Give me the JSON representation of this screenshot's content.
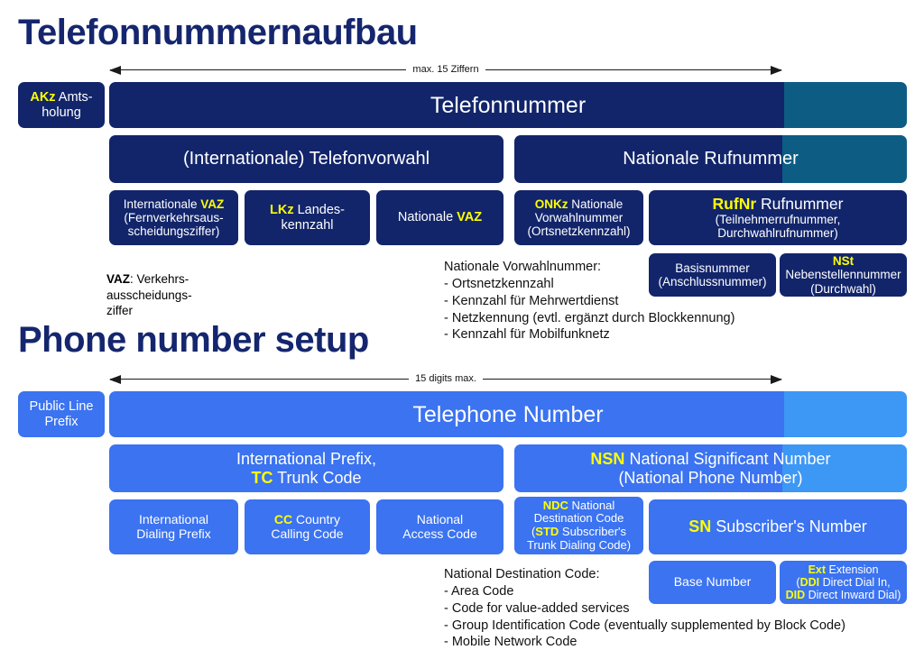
{
  "colors": {
    "navy": "#12256b",
    "teal": "#0d5c84",
    "blue": "#3b73f0",
    "light_blue": "#3d97f5",
    "highlight": "#ffff00",
    "title": "#15266e"
  },
  "german": {
    "title": "Telefonnummernaufbau",
    "scale_label": "max. 15 Ziffern",
    "prefix_box": {
      "abbr": "AKz",
      "rest": " Amts-\nholung"
    },
    "level1": {
      "label": "Telefonnummer"
    },
    "level2": [
      {
        "label": "(Internationale) Telefonvorwahl"
      },
      {
        "label": "Nationale Rufnummer"
      }
    ],
    "level3": [
      {
        "line1_pre": "Internationale ",
        "line1_hl": "VAZ",
        "rest": "(Fernverkehrsaus-\nscheidungsziffer)"
      },
      {
        "line1_hl": "LKz",
        "line1_post": " Landes-",
        "rest": "kennzahl"
      },
      {
        "line1_pre": "Nationale ",
        "line1_hl": "VAZ",
        "rest": ""
      },
      {
        "line1_hl": "ONKz",
        "line1_post": " Nationale",
        "rest": "Vorwahlnummer\n(Ortsnetzkennzahl)"
      },
      {
        "line1_hl": "RufNr",
        "line1_post": " Rufnummer",
        "rest": "(Teilnehmerrufnummer,\nDurchwahlrufnummer)"
      }
    ],
    "level4": [
      {
        "label": "Basisnummer\n(Anschlussnummer)"
      },
      {
        "line1_hl": "NSt",
        "rest": "Nebenstellennummer\n(Durchwahl)"
      }
    ],
    "note_left": {
      "abbr": "VAZ",
      "text": ": Verkehrs-\n         ausscheidungs-\n         ziffer"
    },
    "note_center": "Nationale Vorwahlnummer:\n- Ortsnetzkennzahl\n- Kennzahl für Mehrwertdienst\n- Netzkennung (evtl. ergänzt durch Blockkennung)\n- Kennzahl für Mobilfunknetz"
  },
  "english": {
    "title": "Phone number setup",
    "scale_label": "15 digits max.",
    "prefix_box": {
      "label": "Public Line\nPrefix"
    },
    "level1": {
      "label": "Telephone Number"
    },
    "level2": [
      {
        "line1": "International Prefix,",
        "line2_hl": "TC",
        "line2_post": " Trunk Code"
      },
      {
        "line1_hl": "NSN",
        "line1_post": " National Significant Number",
        "line2": "(National Phone Number)"
      }
    ],
    "level3": [
      {
        "label": "International\nDialing Prefix"
      },
      {
        "line1_hl": "CC",
        "line1_post": " Country",
        "rest": "Calling Code"
      },
      {
        "label": "National\nAccess Code"
      },
      {
        "line1_hl": "NDC",
        "line1_post": " National",
        "line2": "Destination Code",
        "line3_pre": "(",
        "line3_hl": "STD",
        "line3_post": " Subscriber's",
        "line4": "Trunk Dialing Code)"
      },
      {
        "line1_hl": "SN",
        "line1_post": " Subscriber's Number"
      }
    ],
    "level4": [
      {
        "label": "Base Number"
      },
      {
        "line1_hl": "Ext",
        "line1_post": " Extension",
        "line2_pre": "(",
        "line2_hl": "DDI",
        "line2_post": " Direct Dial In,",
        "line3_hl": "DID",
        "line3_post": " Direct Inward Dial)"
      }
    ],
    "note_center": "National Destination Code:\n- Area Code\n- Code for value-added services\n- Group Identification Code (eventually supplemented by Block Code)\n- Mobile Network Code"
  }
}
